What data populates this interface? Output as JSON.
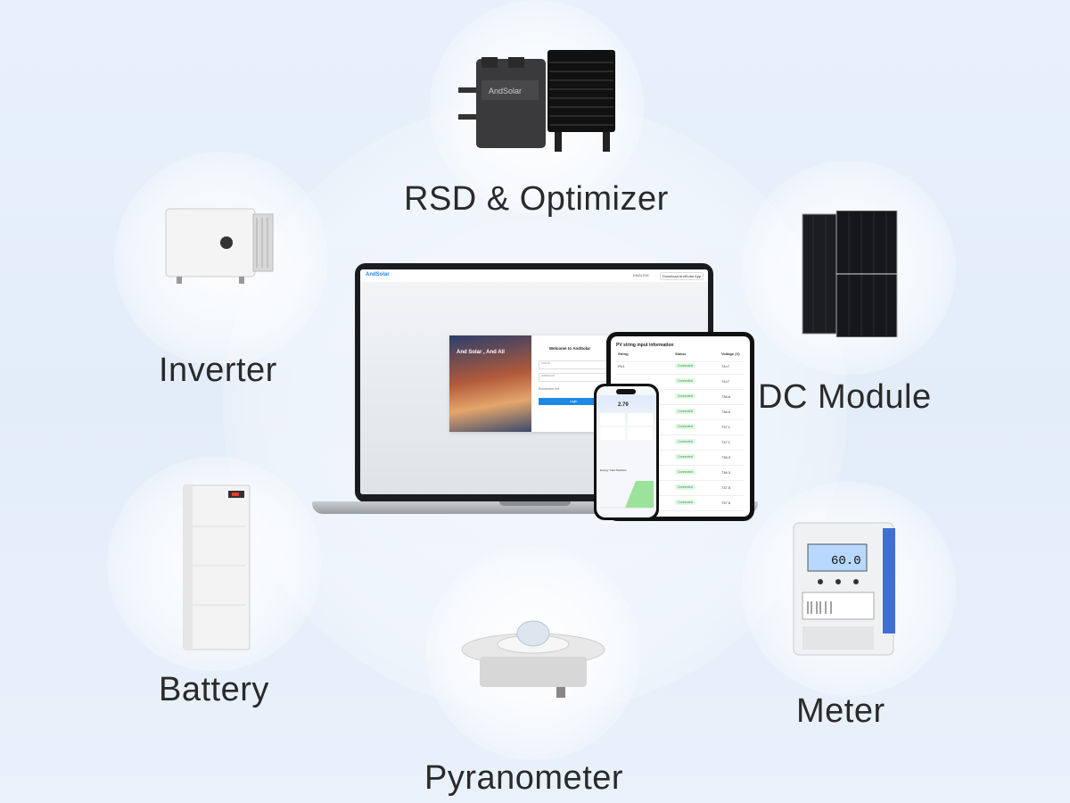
{
  "labels": {
    "rsd": "RSD & Optimizer",
    "inverter": "Inverter",
    "dc_module": "DC Module",
    "battery": "Battery",
    "meter": "Meter",
    "pyranometer": "Pyranometer"
  },
  "laptop": {
    "logo": "AndSolar",
    "language": "ENGLISH",
    "download": "Download AndSolar App",
    "hero_text": "And Solar , And All",
    "welcome": "Welcome to AndSolar",
    "field1": "userId",
    "field2": "password",
    "remember": "Remember me",
    "login": "Login"
  },
  "tablet": {
    "title": "PV string input information",
    "headers": [
      "String",
      "Status",
      "Voltage (V)"
    ],
    "rows": [
      {
        "string": "PV1",
        "status": "Connected",
        "voltage": "73×7"
      },
      {
        "string": "",
        "status": "Connected",
        "voltage": "73×7"
      },
      {
        "string": "",
        "status": "Connected",
        "voltage": "736.6"
      },
      {
        "string": "",
        "status": "Connected",
        "voltage": "736.6"
      },
      {
        "string": "",
        "status": "Connected",
        "voltage": "737.1"
      },
      {
        "string": "",
        "status": "Connected",
        "voltage": "737.1"
      },
      {
        "string": "",
        "status": "Connected",
        "voltage": "736.3"
      },
      {
        "string": "",
        "status": "Connected",
        "voltage": "736.3"
      },
      {
        "string": "",
        "status": "Connected",
        "voltage": "737.5"
      },
      {
        "string": "",
        "status": "Connected",
        "voltage": "737.5"
      }
    ]
  },
  "phone": {
    "power": "2.79",
    "energy_label": "Energy Yield Statistics"
  },
  "devices": {
    "rsd_brand": "AndSolar",
    "meter_reading": "60.0"
  },
  "colors": {
    "accent": "#1e88e5",
    "status_green": "#2e9e46"
  }
}
